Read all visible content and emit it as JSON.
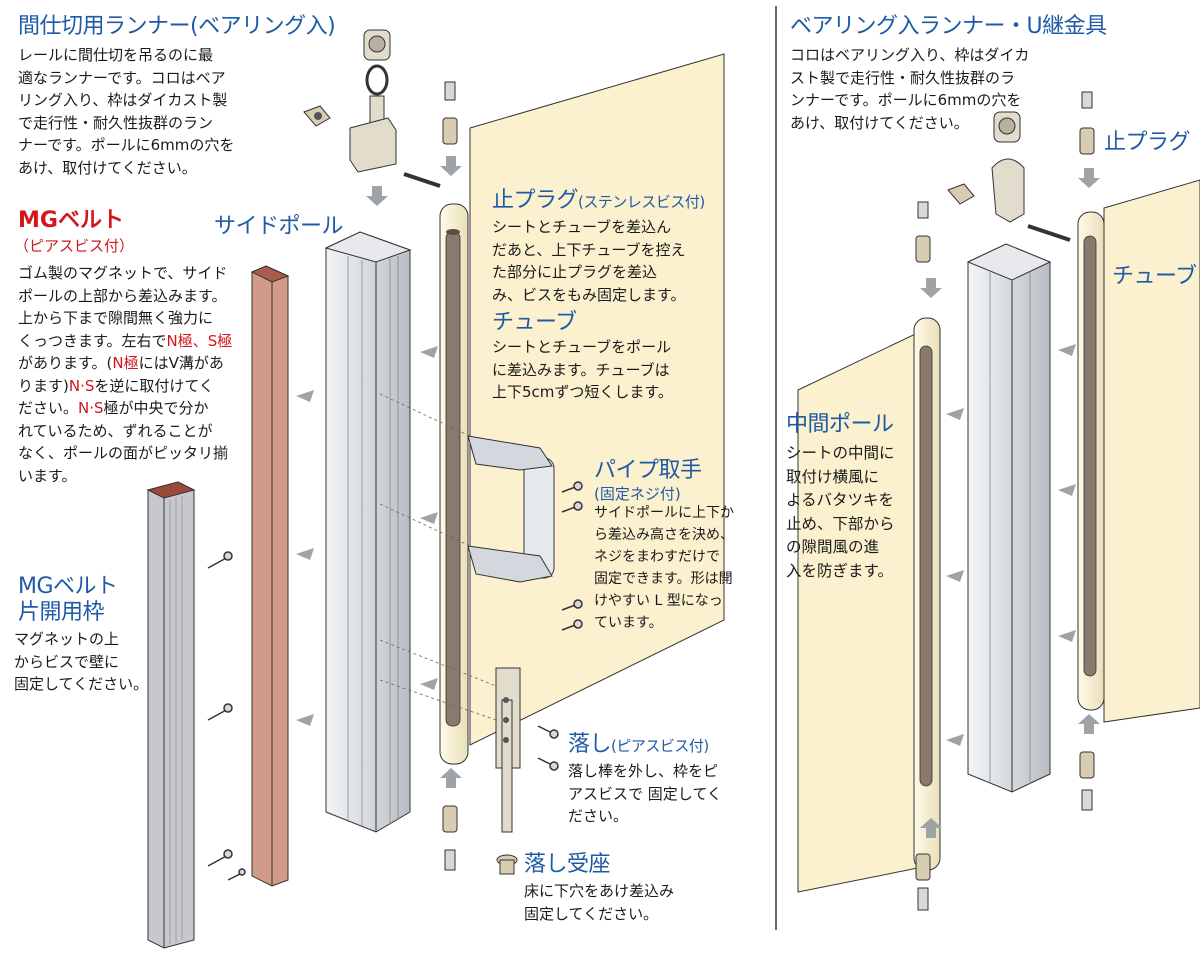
{
  "sections": {
    "partition_runner": {
      "title": "間仕切用ランナー(ベアリング入)",
      "lines": [
        "レールに間仕切を吊るのに最",
        "適なランナーです。コロはベア",
        "リング入り、枠はダイカスト製",
        "で走行性・耐久性抜群のラン",
        "ナーです。ポールに6mmの穴を",
        "あけ、取付けてください。"
      ]
    },
    "mg_belt": {
      "title": "MGベルト",
      "subtitle": "（ピアスビス付）",
      "lines": [
        "ゴム製のマグネットで、サイド",
        "ポールの上部から差込みます。",
        "上から下まで隙間無く強力に",
        "くっつきます。左右で",
        "があります。(",
        "にはV溝があ",
        "ります)",
        "を逆に取付けてく",
        "ださい。",
        "極が中央で分か",
        "れているため、ずれることが",
        "なく、ポールの面がピッタリ揃",
        "います。"
      ],
      "n_pole": "N極",
      "comma": "、",
      "s_pole": "S極",
      "ns": "N·S",
      "n_dot_s": "N·S"
    },
    "side_pole": {
      "title": "サイドポール"
    },
    "mg_frame": {
      "title_line1": "MGベルト",
      "title_line2": "片開用枠",
      "lines": [
        "マグネットの上",
        "からビスで壁に",
        "固定してください。"
      ]
    },
    "stop_plug": {
      "title": "止プラグ",
      "title_note": "(ステンレスビス付)",
      "lines": [
        "シートとチューブを差込ん",
        "だあと、上下チューブを控え",
        "た部分に止プラグを差込",
        "み、ビスをもみ固定します。"
      ]
    },
    "tube": {
      "title": "チューブ",
      "lines": [
        "シートとチューブをポール",
        "に差込みます。チューブは",
        "上下5cmずつ短くします。"
      ]
    },
    "pipe_handle": {
      "title": "パイプ取手",
      "subtitle": "(固定ネジ付)",
      "lines": [
        "サイドポールに上下か",
        "ら差込み高さを決め、",
        "ネジをまわすだけで",
        "固定できます。形は開",
        "けやすい L 型になっ",
        "ています。"
      ]
    },
    "latch": {
      "title": "落し",
      "title_note": "(ピアスビス付)",
      "lines": [
        "落し棒を外し、枠をピ",
        "アスビスで 固定してく",
        "ださい。"
      ]
    },
    "latch_seat": {
      "title": "落し受座",
      "lines": [
        "床に下穴をあけ差込み",
        "固定してください。"
      ]
    },
    "bearing_runner": {
      "title": "ベアリング入ランナー・U継金具",
      "lines": [
        "コロはベアリング入り、枠はダイカ",
        "スト製で走行性・耐久性抜群のラ",
        "ンナーです。ポールに6mmの穴を",
        "あけ、取付けてください。"
      ]
    },
    "stop_plug_right": {
      "title": "止プラグ"
    },
    "tube_right": {
      "title": "チューブ"
    },
    "middle_pole": {
      "title": "中間ポール",
      "lines": [
        "シートの中間に",
        "取付け横風に",
        "よるバタツキを",
        "止め、下部から",
        "の隙間風の進",
        "入を防ぎます。"
      ]
    }
  },
  "colors": {
    "title_blue": "#1f5aa6",
    "accent_red": "#d4161c",
    "sheet_cream": "#fbf1cf",
    "pole_silver": "#d9dde2",
    "belt_copper": "#cf9a86",
    "tube_brown": "#8a7a6e",
    "arrow_gray": "#9ea3a8"
  }
}
